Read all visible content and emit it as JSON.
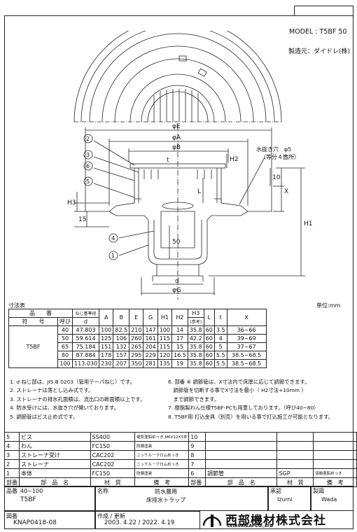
{
  "header": {
    "model": "MODEL : T5BF 50",
    "maker": "製造元：ダイドレ(株)"
  },
  "drawing": {
    "dim_E": "φE",
    "dim_A": "φA",
    "dim_B": "φB",
    "dim_G": "φG",
    "dim_d": "d",
    "dim_H1": "H1",
    "dim_H2": "H2",
    "dim_H3": "H3",
    "dim_L": "L",
    "dim_X": "X",
    "dim_t": "t",
    "dim_15": "15",
    "dim_10": "10",
    "dim_50": "50",
    "drain_note_1": "水抜き穴　φ5",
    "drain_note_2": "（等分４箇所）",
    "balloons": [
      "1",
      "2",
      "3",
      "4",
      "5",
      "6"
    ]
  },
  "dimension_table": {
    "title": "寸法表",
    "unit": "単位:mm",
    "header_product": "品　　番",
    "header_symbol": "符　　号",
    "header_nominal": "呼び",
    "header_thread": "ねじ基準径",
    "header_cols": [
      "A",
      "B",
      "E",
      "G",
      "H1",
      "H2",
      "H3",
      "L",
      "t",
      "X"
    ],
    "header_h3_note": "(参考)",
    "product": "T5BF",
    "rows": [
      {
        "nominal": "40",
        "d": "47.803",
        "A": "100",
        "B": "82.5",
        "E": "210",
        "G": "147",
        "H1": "100",
        "H2": "14",
        "H3": "35.8",
        "L": "60",
        "t": "3.5",
        "X": "36~66"
      },
      {
        "nominal": "50",
        "d": "59.614",
        "A": "125",
        "B": "106",
        "E": "260",
        "G": "161",
        "H1": "115",
        "H2": "17",
        "H3": "42.2",
        "L": "60",
        "t": "4",
        "X": "39~69"
      },
      {
        "nominal": "65",
        "d": "75.184",
        "A": "151",
        "B": "132",
        "E": "265",
        "G": "204",
        "H1": "115",
        "H2": "15",
        "H3": "35.8",
        "L": "60",
        "t": "5",
        "X": "37~67"
      },
      {
        "nominal": "80",
        "d": "87.884",
        "A": "178",
        "B": "157",
        "E": "295",
        "G": "229",
        "H1": "120",
        "H2": "16.5",
        "H3": "35.8",
        "L": "60",
        "t": "5.5",
        "X": "38.5~68.5"
      },
      {
        "nominal": "100",
        "d": "113.030",
        "A": "230",
        "B": "207",
        "E": "350",
        "G": "281",
        "H1": "135",
        "H2": "19",
        "H3": "35.8",
        "L": "60",
        "t": "5.5",
        "X": "38.5~68.5"
      }
    ]
  },
  "notes_left": [
    "1. d ねじ部は、JIS B 0203（管用テーパねじ）です。",
    "2. ストレーナは落とし込み式です。",
    "3. ストレーナの排水孔面積は、流出口の断面積以上です。",
    "4. 防水受けには、水抜き穴が開いております。",
    "5. 調節管はビス止め式です。"
  ],
  "notes_right": [
    "6. 部番 ⑥ 調節管は、X寸法内で床厚に応じて調節できます。",
    "　調節管を切断する事でX寸法を最小（ H2寸法+10mm ）",
    "　まで調節できます。",
    "7. 樹脂製わん仕様T5BF-PCも用意しております。（呼び40~80）",
    "8. T5BF用 打込金具（別売）を用いる事で打込施工が可能となります。"
  ],
  "parts": {
    "rows": [
      {
        "no": "5",
        "name": "ビス",
        "material": "SS400",
        "note": "電気亜鉛めっき,M6X12X3本",
        "no2": "10",
        "name2": "",
        "material2": "",
        "note2": ""
      },
      {
        "no": "4",
        "name": "わん",
        "material": "FC150",
        "note": "防錆塗装",
        "no2": "9",
        "name2": "",
        "material2": "",
        "note2": ""
      },
      {
        "no": "3",
        "name": "ストレーナ受け",
        "material": "CAC202",
        "note": "ニッケル－クロムめっき",
        "no2": "8",
        "name2": "",
        "material2": "",
        "note2": ""
      },
      {
        "no": "2",
        "name": "ストレーナ",
        "material": "CAC202",
        "note": "ニッケル－クロムめっき",
        "no2": "7",
        "name2": "",
        "material2": "",
        "note2": ""
      },
      {
        "no": "1",
        "name": "本体",
        "material": "FC150",
        "note": "防錆塗装",
        "no2": "6",
        "name2": "調節管",
        "material2": "SGP",
        "note2": "溶融亜鉛めっき"
      }
    ],
    "header_no": "部番",
    "header_name": "部　品　名",
    "header_material": "材　質",
    "header_note": "備　考"
  },
  "title_block": {
    "hinban_label": "品番",
    "hinban_value_1": "40~100",
    "hinban_value_2": "T5BF",
    "name_label": "名称",
    "name_value_1": "防水層用",
    "name_value_2": "床排水トラップ",
    "approve_label": "承認",
    "approve_value": "Izumi",
    "drafter_label": "製図",
    "drafter_value": "Wada",
    "drawing_no_label": "図番",
    "drawing_no_value": "KNAP0418-08",
    "date_label": "作成 / 更新",
    "date_value": "2003. 4.22 / 2022. 4.19",
    "company_jp": "西部機材株式会社",
    "company_en": "SEIBUKIZAI CO.,LTD"
  }
}
